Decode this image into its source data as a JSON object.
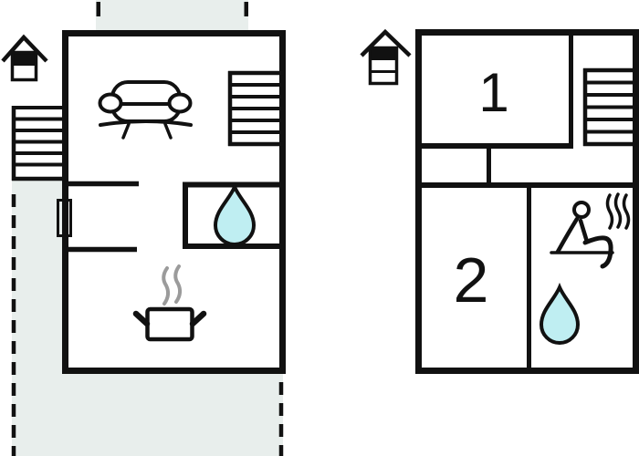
{
  "title": "holiday-home-floor-plans",
  "colors": {
    "wall": "#111111",
    "terrace": "#e8eeec",
    "water": "#bfeef2",
    "steam_gray": "#9b9b9b",
    "background": "#ffffff"
  },
  "plans": {
    "left": {
      "name": "ground-floor-plan",
      "features": [
        "house-level-icon",
        "exterior-stairs",
        "roof-terrace-dashed",
        "terrace-dashed",
        "entrance-door",
        "sofa",
        "interior-stairs",
        "water-drop-wc",
        "cooking-pot-with-steam"
      ]
    },
    "right": {
      "name": "upper-floor-plan",
      "rooms": [
        {
          "label": "1"
        },
        {
          "label": "2"
        }
      ],
      "features": [
        "house-level-icon",
        "interior-stairs",
        "sauna-person-with-steam",
        "water-drop"
      ]
    }
  }
}
